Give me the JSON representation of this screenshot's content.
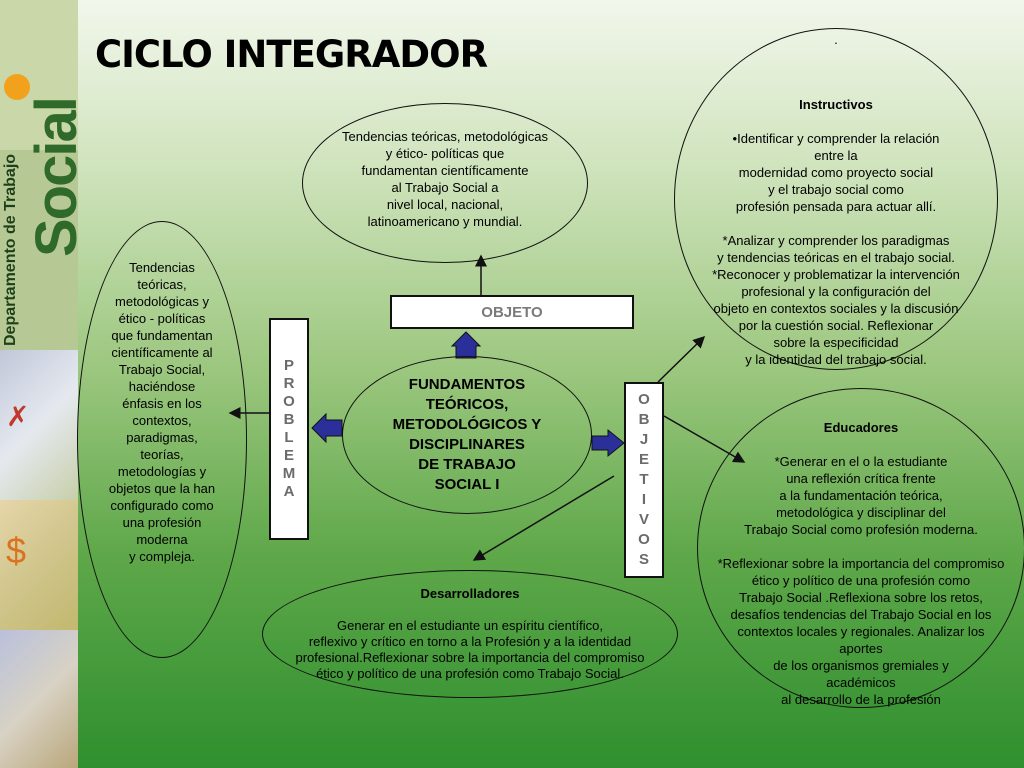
{
  "title": "CICLO INTEGRADOR",
  "sidebar": {
    "logo_text": "Social",
    "department": "Departamento de Trabajo"
  },
  "nodes": {
    "top": "Tendencias teóricas, metodológicas\ny ético- políticas que\nfundamentan científicamente\nal  Trabajo Social a\nnivel local, nacional,\nlatinoamericano y mundial.",
    "left": "Tendencias\nteóricas,\nmetodológicas y\nético - políticas\nque fundamentan\ncientíficamente al\nTrabajo Social,\nhaciéndose\nénfasis en los\ncontextos,\nparadigmas,\nteorías,\nmetodologías y\nobjetos que la  han\nconfigurado como\nuna profesión\nmoderna\ny compleja.",
    "center": "FUNDAMENTOS\nTEÓRICOS,\nMETODOLÓGICOS Y\nDISCIPLINARES\nDE TRABAJO\nSOCIAL I",
    "right_top_dot": ".",
    "right_top_heading": "Instructivos",
    "right_top_body": "•Identificar y comprender la relación\nentre la\nmodernidad como proyecto social\ny el trabajo social como\nprofesión pensada para actuar allí.\n\n*Analizar y comprender los paradigmas\ny tendencias teóricas en el trabajo social.\n*Reconocer y problematizar la intervención\nprofesional y la configuración del\nobjeto en contextos sociales y la discusión\npor la cuestión social. Reflexionar\nsobre la especificidad\ny la identidad del trabajo social.",
    "right_bottom_heading": "Educadores",
    "right_bottom_body": "*Generar en el o la estudiante\nuna reflexión crítica frente\na la fundamentación teórica,\nmetodológica y disciplinar del\nTrabajo Social como profesión moderna.\n\n*Reflexionar sobre la importancia del compromiso\nético y político de una profesión como\nTrabajo Social .Reflexiona sobre los retos,\ndesafíos tendencias del Trabajo Social en los\ncontextos locales y regionales. Analizar los\naportes\nde los organismos gremiales y\nacadémicos\nal desarrollo de la profesión",
    "bottom_heading": "Desarrolladores",
    "bottom_body": "Generar en el estudiante un espíritu científico,\nreflexivo y crítico en torno a la Profesión y a la identidad\nprofesional.Reflexionar sobre la importancia del compromiso\nético y político de una profesión como Trabajo Social."
  },
  "boxes": {
    "objeto": "OBJETO",
    "problema": [
      "P",
      "R",
      "O",
      "B",
      "L",
      "E",
      "M",
      "A"
    ],
    "objetivos": [
      "O",
      "B",
      "J",
      "E",
      "T",
      "I",
      "V",
      "O",
      "S"
    ]
  },
  "colors": {
    "arrow_fill": "#2b2f9a",
    "title": "#000000"
  }
}
